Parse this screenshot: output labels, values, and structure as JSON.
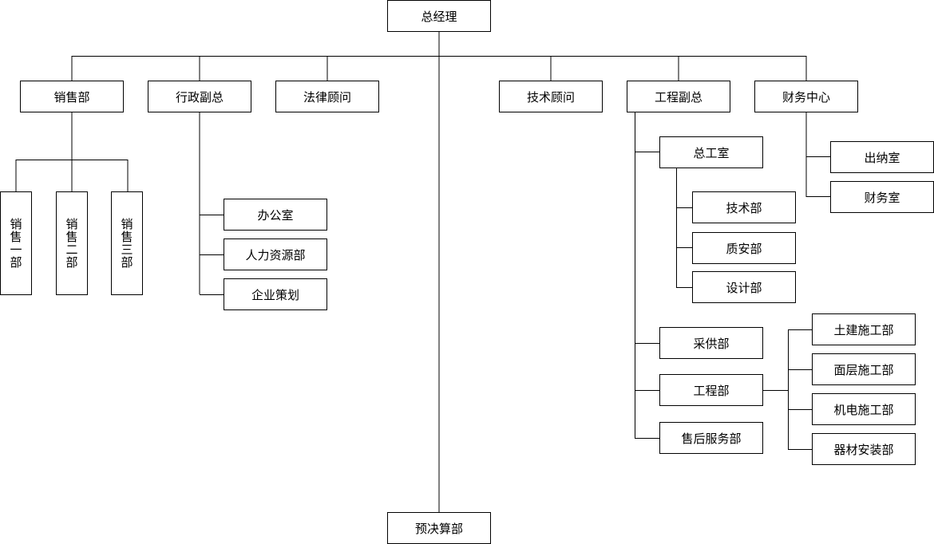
{
  "root": "总经理",
  "bottom": "预决算部",
  "level1": {
    "sales": "销售部",
    "admin_vp": "行政副总",
    "legal": "法律顾问",
    "tech_consultant": "技术顾问",
    "eng_vp": "工程副总",
    "finance": "财务中心"
  },
  "sales_units": [
    "销售一部",
    "销售二部",
    "销售三部"
  ],
  "admin_units": [
    "办公室",
    "人力资源部",
    "企业策划"
  ],
  "eng": {
    "chief_engineer": "总工室",
    "chief_units": [
      "技术部",
      "质安部",
      "设计部"
    ],
    "procurement": "采供部",
    "engineering": "工程部",
    "after_sales": "售后服务部",
    "construction_units": [
      "土建施工部",
      "面层施工部",
      "机电施工部",
      "器材安装部"
    ]
  },
  "finance_units": [
    "出纳室",
    "财务室"
  ]
}
